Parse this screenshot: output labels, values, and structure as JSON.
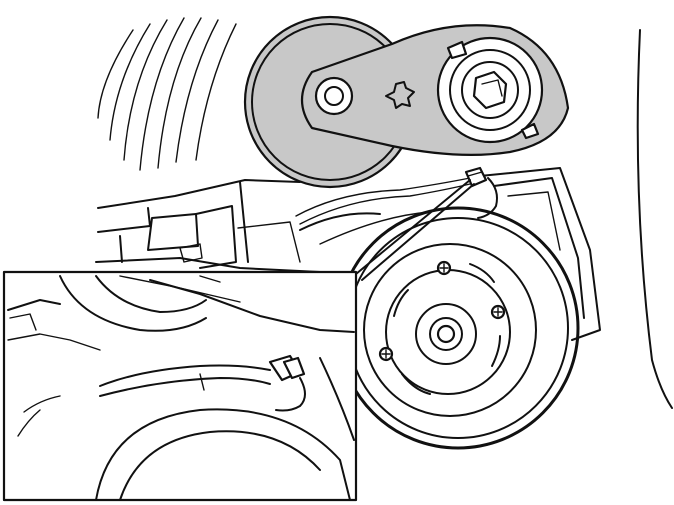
{
  "figure": {
    "kind": "technical line illustration",
    "palette": {
      "line": "#111111",
      "background": "#ffffff",
      "tensioner_fill": "#c8c8c8"
    },
    "components": [
      "belt-tensioner-pulley",
      "tensioner-arm",
      "tensioner-bolt",
      "idler-pulley",
      "sensor-connector",
      "wiring-harness",
      "detail-inset"
    ]
  }
}
